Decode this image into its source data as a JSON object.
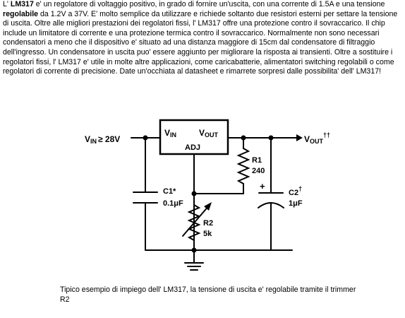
{
  "article": {
    "p1": "L' ",
    "b1": "LM317",
    "p2": " e' un regolatore di voltaggio positivo, in grado di fornire un'uscita, con una corrente di 1.5A e una tensione ",
    "b2": "regolabile",
    "p3": " da 1.2V a 37V. E' molto semplice da utilizzare e richiede soltanto due resistori esterni per settare la tensione di uscita. Oltre alle migliori prestazioni dei regolatori fissi, l' LM317 offre una protezione contro il sovraccarico. Il chip include un limitatore di corrente e una protezione termica contro il sovraccarico. Normalmente non sono necessari condensatori a meno che il dispositivo e' situato ad una distanza maggiore di 15cm dal condensatore di filtraggio dell'ingresso. Un condensatore in uscita puo' essere aggiunto per migliorare la risposta ai transienti. Oltre a sostituire i regolatori fissi, l' LM317 e' utile in molte altre applicazioni, come caricabatterie, alimentatori switching regolabili o come regolatori di corrente di precisione. Date un'occhiata al datasheet e rimarrete sorpresi dalle possibilita' dell' LM317!"
  },
  "schematic": {
    "vin_label": "V",
    "vin_sub": "IN",
    "vin_cond": "≥ 28V",
    "chip_vin": "V",
    "chip_vin_sub": "IN",
    "chip_vout": "V",
    "chip_vout_sub": "OUT",
    "chip_adj": "ADJ",
    "vout_label": "V",
    "vout_sub": "OUT",
    "vout_mark": "††",
    "r1_name": "R1",
    "r1_value": "240",
    "c1_name": "C1*",
    "c1_value": "0.1μF",
    "r2_name": "R2",
    "r2_value": "5k",
    "c2_name": "C2",
    "c2_mark": "†",
    "c2_value": "1μF",
    "plus_sign": "+"
  },
  "caption": "Tipico esempio di impiego dell' LM317, la tensione di uscita e' regolabile tramite il trimmer R2"
}
